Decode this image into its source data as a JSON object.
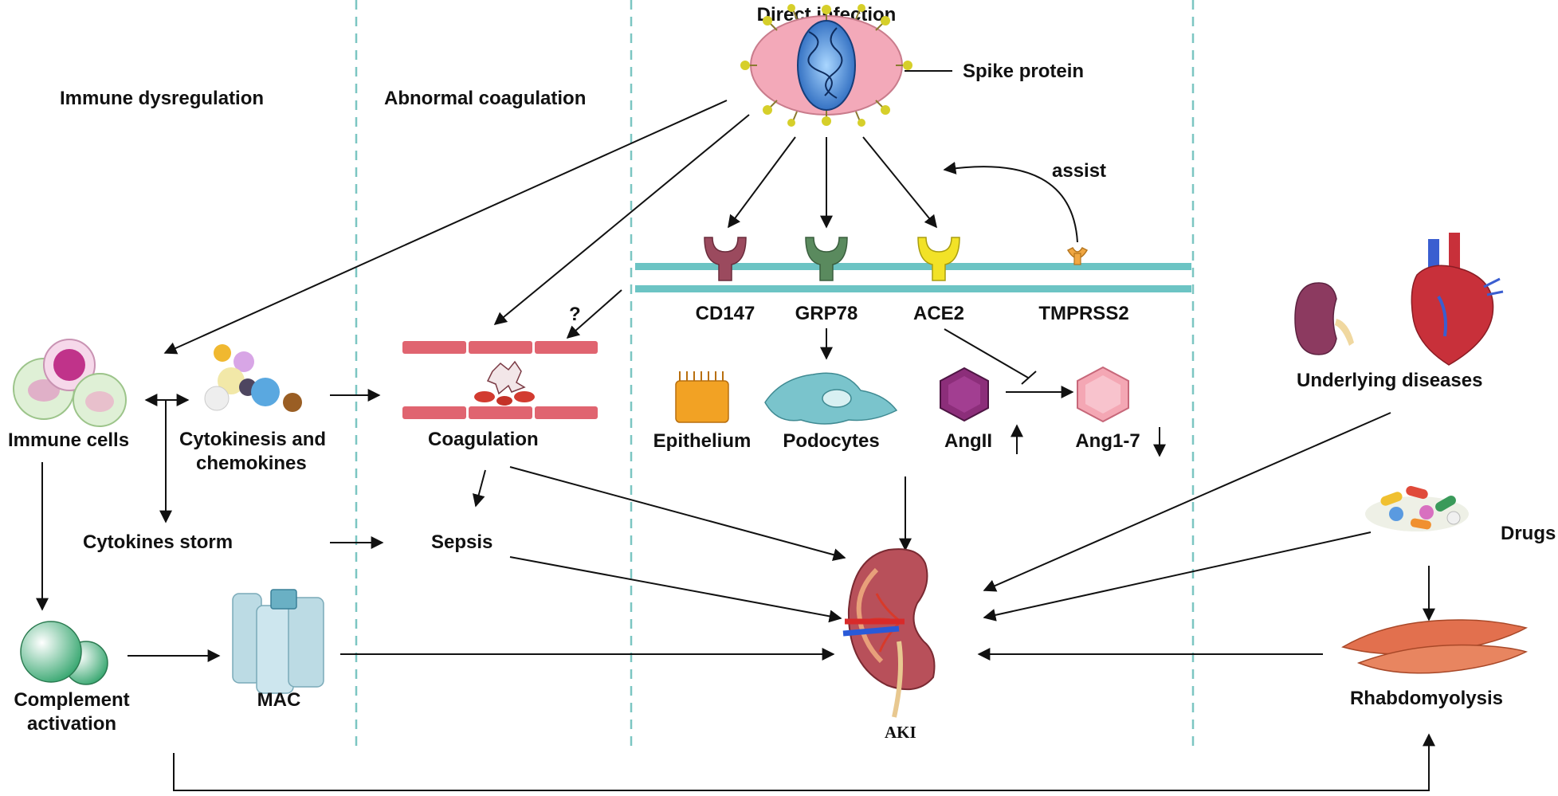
{
  "sections": {
    "immune": "Immune dysregulation",
    "coagulation": "Abnormal coagulation",
    "infection": "Direct infection"
  },
  "labels": {
    "spike": "Spike protein",
    "assist": "assist",
    "cd147": "CD147",
    "grp78": "GRP78",
    "ace2": "ACE2",
    "tmprss2": "TMPRSS2",
    "question": "?",
    "immune_cells": "Immune cells",
    "cytokinesis_1": "Cytokinesis and",
    "cytokinesis_2": "chemokines",
    "coagulation": "Coagulation",
    "epithelium": "Epithelium",
    "podocytes": "Podocytes",
    "angii": "AngII",
    "ang17": "Ang1-7",
    "underlying": "Underlying diseases",
    "cytokines_storm": "Cytokines storm",
    "sepsis": "Sepsis",
    "drugs": "Drugs",
    "complement_1": "Complement",
    "complement_2": "activation",
    "mac": "MAC",
    "aki": "AKI",
    "rhabdo": "Rhabdomyolysis"
  },
  "colors": {
    "divider": "#7cc6c2",
    "membrane": "#6cc4c4",
    "cd147": "#9b4a5e",
    "grp78": "#5a8a5e",
    "ace2": "#f2e227",
    "tmprss2": "#f0a742",
    "vessel": "#e06470",
    "virus_core": "#3a7fd0",
    "virus_corona": "#f3a9b9",
    "spike_tip": "#d6cf2a",
    "epithelium": "#f2a224",
    "podocyte": "#7ac4cc",
    "angii": "#8c2e7a",
    "ang17": "#f4a7b4",
    "complement": "#3aa872",
    "mac": "#bcdbe4",
    "kidney": "#b8505a",
    "muscle": "#e2704e"
  },
  "icons": [
    "coronavirus-icon",
    "immune-cells-icon",
    "cytokine-balls-icon",
    "blood-vessel-icon",
    "clot-icon",
    "epithelium-icon",
    "podocyte-icon",
    "angii-hexagon-icon",
    "ang17-hexagon-icon",
    "kidney-icon",
    "heart-icon",
    "pills-icon",
    "complement-icon",
    "mac-pore-icon",
    "kidney-aki-icon",
    "muscle-icon"
  ]
}
